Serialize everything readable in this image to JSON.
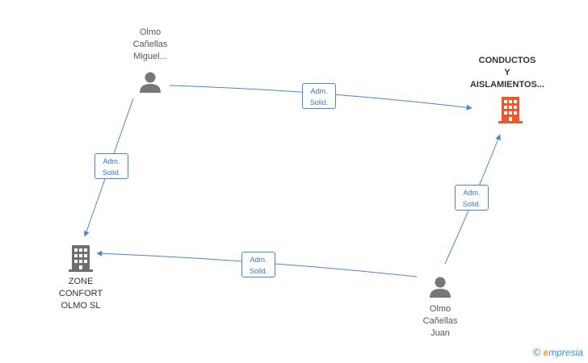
{
  "nodes": {
    "miguel": {
      "name": "Olmo\nCañellas\nMiguel...",
      "kind": "person"
    },
    "conductos": {
      "name": "CONDUCTOS\nY\nAISLAMIENTOS...",
      "kind": "company-main"
    },
    "zone": {
      "name": "ZONE\nCONFORT\nOLMO SL",
      "kind": "company"
    },
    "juan": {
      "name": "Olmo\nCañellas\nJuan",
      "kind": "person"
    }
  },
  "edges": [
    {
      "id": "miguel-conductos",
      "line1": "Adm.",
      "line2": "Solid."
    },
    {
      "id": "miguel-zone",
      "line1": "Adm.",
      "line2": "Solid."
    },
    {
      "id": "juan-zone",
      "line1": "Adm.",
      "line2": "Solid."
    },
    {
      "id": "juan-conductos",
      "line1": "Adm.",
      "line2": "Solid."
    }
  ],
  "colors": {
    "edge": "#4a86c8",
    "person_icon": "#777777",
    "company_icon": "#6f6f6f",
    "company_main_icon": "#f0562a"
  },
  "brand": {
    "copyright": "©",
    "e": "e",
    "rest": "mpresia"
  }
}
